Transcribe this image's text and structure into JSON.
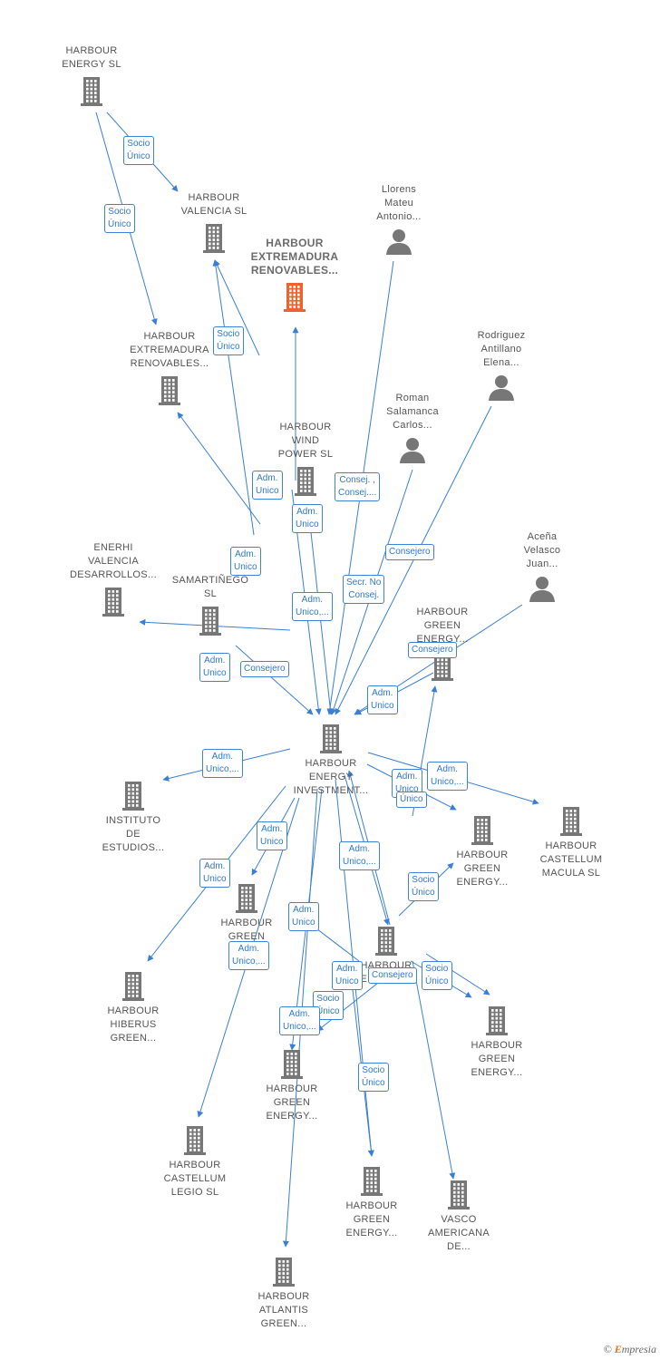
{
  "icon_colors": {
    "company": "#777777",
    "focus": "#f0622d",
    "person": "#777777",
    "edge": "#3a7fd5"
  },
  "nodes": [
    {
      "id": "harbour-energy-sl",
      "type": "company",
      "lines": [
        "HARBOUR",
        "ENERGY  SL"
      ]
    },
    {
      "id": "harbour-valencia",
      "type": "company",
      "lines": [
        "HARBOUR",
        "VALENCIA  SL"
      ]
    },
    {
      "id": "harbour-extremadura-focus",
      "type": "focus",
      "lines": [
        "HARBOUR",
        "EXTREMADURA",
        "RENOVABLES..."
      ]
    },
    {
      "id": "llorens-mateu",
      "type": "person",
      "lines": [
        "Llorens",
        "Mateu",
        "Antonio..."
      ]
    },
    {
      "id": "harbour-extremadura-2",
      "type": "company",
      "lines": [
        "HARBOUR",
        "EXTREMADURA",
        "RENOVABLES..."
      ]
    },
    {
      "id": "rodriguez-antillano",
      "type": "person",
      "lines": [
        "Rodriguez",
        "Antillano",
        "Elena..."
      ]
    },
    {
      "id": "roman-salamanca",
      "type": "person",
      "lines": [
        "Roman",
        "Salamanca",
        "Carlos..."
      ]
    },
    {
      "id": "harbour-wind-power",
      "type": "company",
      "lines": [
        "HARBOUR",
        "WIND",
        "POWER  SL"
      ]
    },
    {
      "id": "enerhi-valencia",
      "type": "company",
      "lines": [
        "ENERHI",
        "VALENCIA",
        "DESARROLLOS..."
      ]
    },
    {
      "id": "samartinego",
      "type": "company",
      "lines": [
        "SAMARTIÑEGO",
        "SL"
      ]
    },
    {
      "id": "acena-velasco",
      "type": "person",
      "lines": [
        "Aceña",
        "Velasco",
        "Juan..."
      ]
    },
    {
      "id": "harbour-green-energy-1",
      "type": "company",
      "lines": [
        "HARBOUR",
        "GREEN",
        "ENERGY..."
      ]
    },
    {
      "id": "harbour-energy-investment",
      "type": "company",
      "lines": [
        "HARBOUR",
        "ENERGY",
        "INVESTMENT..."
      ]
    },
    {
      "id": "instituto-estudios",
      "type": "company",
      "lines": [
        "INSTITUTO",
        "DE",
        "ESTUDIOS..."
      ]
    },
    {
      "id": "harbour-castellum-macula",
      "type": "company",
      "lines": [
        "HARBOUR",
        "CASTELLUM",
        "MACULA  SL"
      ]
    },
    {
      "id": "harbour-green-energy-2",
      "type": "company",
      "lines": [
        "HARBOUR",
        "GREEN",
        "ENERGY..."
      ]
    },
    {
      "id": "harbour-green-en",
      "type": "company",
      "lines": [
        "HARBOUR",
        "GREEN",
        "EN..."
      ]
    },
    {
      "id": "harbour-energy-sub",
      "type": "company",
      "lines": [
        "HARBOUR",
        "ENERGY..."
      ]
    },
    {
      "id": "harbour-hiberus-green",
      "type": "company",
      "lines": [
        "HARBOUR",
        "HIBERUS",
        "GREEN..."
      ]
    },
    {
      "id": "harbour-green-energy-3",
      "type": "company",
      "lines": [
        "HARBOUR",
        "GREEN",
        "ENERGY..."
      ]
    },
    {
      "id": "harbour-green-energy-4",
      "type": "company",
      "lines": [
        "HARBOUR",
        "GREEN",
        "ENERGY..."
      ]
    },
    {
      "id": "harbour-castellum-legio",
      "type": "company",
      "lines": [
        "HARBOUR",
        "CASTELLUM",
        "LEGIO  SL"
      ]
    },
    {
      "id": "harbour-green-energy-5",
      "type": "company",
      "lines": [
        "HARBOUR",
        "GREEN",
        "ENERGY..."
      ]
    },
    {
      "id": "vasco-americana",
      "type": "company",
      "lines": [
        "VASCO",
        "AMERICANA",
        "DE..."
      ]
    },
    {
      "id": "harbour-atlantis-green",
      "type": "company",
      "lines": [
        "HARBOUR",
        "ATLANTIS",
        "GREEN..."
      ]
    }
  ],
  "edge_labels": [
    {
      "lines": [
        "Socio",
        "Único"
      ]
    },
    {
      "lines": [
        "Socio",
        "Único"
      ]
    },
    {
      "lines": [
        "Socio",
        "Único"
      ]
    },
    {
      "lines": [
        "Adm.",
        "Unico"
      ]
    },
    {
      "lines": [
        "Consej. ,",
        "Consej...."
      ]
    },
    {
      "lines": [
        "Adm.",
        "Unico"
      ]
    },
    {
      "lines": [
        "Adm.",
        "Unico"
      ]
    },
    {
      "lines": [
        "Consejero"
      ]
    },
    {
      "lines": [
        "Secr.  No",
        "Consej."
      ]
    },
    {
      "lines": [
        "Adm.",
        "Unico,..."
      ]
    },
    {
      "lines": [
        "Adm.",
        "Unico"
      ]
    },
    {
      "lines": [
        "Consejero"
      ]
    },
    {
      "lines": [
        "Consejero"
      ]
    },
    {
      "lines": [
        "Adm.",
        "Unico"
      ]
    },
    {
      "lines": [
        "Adm.",
        "Unico,..."
      ]
    },
    {
      "lines": [
        "Adm.",
        "Unico,..."
      ]
    },
    {
      "lines": [
        "Adm.",
        "Unico"
      ]
    },
    {
      "lines": [
        "Único"
      ]
    },
    {
      "lines": [
        "Adm.",
        "Unico"
      ]
    },
    {
      "lines": [
        "Adm.",
        "Unico"
      ]
    },
    {
      "lines": [
        "Adm.",
        "Unico,..."
      ]
    },
    {
      "lines": [
        "Socio",
        "Único"
      ]
    },
    {
      "lines": [
        "Adm.",
        "Unico"
      ]
    },
    {
      "lines": [
        "Adm.",
        "Unico,..."
      ]
    },
    {
      "lines": [
        "Adm.",
        "Unico"
      ]
    },
    {
      "lines": [
        "Consejero"
      ]
    },
    {
      "lines": [
        "Socio",
        "Único"
      ]
    },
    {
      "lines": [
        "Socio",
        "Único"
      ]
    },
    {
      "lines": [
        "Adm.",
        "Unico,..."
      ]
    },
    {
      "lines": [
        "Socio",
        "Único"
      ]
    }
  ],
  "footer": {
    "copyright": "©",
    "brand_first": "E",
    "brand_rest": "mpresia"
  }
}
